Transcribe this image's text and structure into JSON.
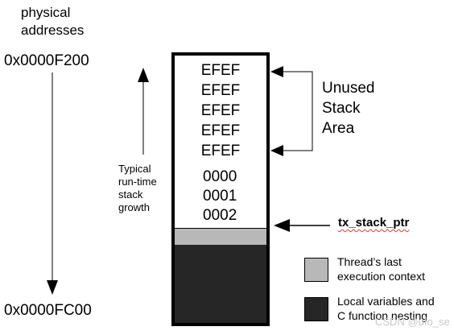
{
  "header": {
    "line1": "physical",
    "line2": "addresses"
  },
  "addresses": {
    "top": "0x0000F200",
    "bottom": "0x0000FC00"
  },
  "growth_note": {
    "lines": [
      "Typical",
      "run-time",
      "stack",
      "growth"
    ]
  },
  "stack": {
    "unused_cells": [
      "EFEF",
      "EFEF",
      "EFEF",
      "EFEF",
      "EFEF"
    ],
    "used_cells": [
      "0000",
      "0001",
      "0002"
    ]
  },
  "unused_area": {
    "lines": [
      "Unused",
      "Stack",
      "Area"
    ]
  },
  "pointer": {
    "label": "tx_stack_ptr"
  },
  "legend": {
    "context_line1": "Thread’s last",
    "context_line2": "execution context",
    "locals_line1": "Local variables and",
    "locals_line2": "C function nesting",
    "context_color": "#b8b8b8",
    "locals_color": "#262626"
  },
  "watermark": "CSDN @ufo_se"
}
